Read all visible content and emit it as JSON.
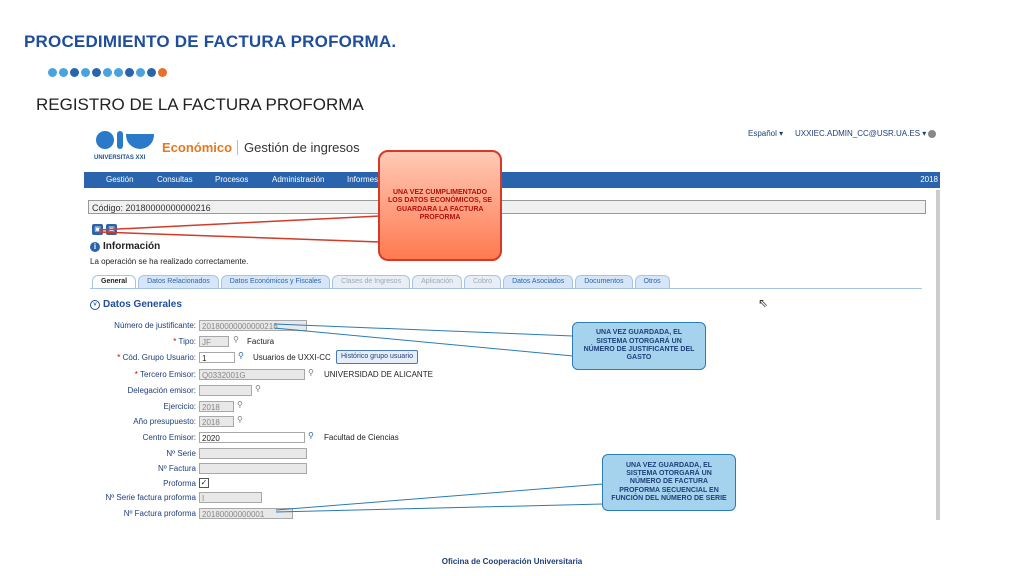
{
  "slide": {
    "title": "PROCEDIMIENTO DE FACTURA PROFORMA.",
    "section_heading": "REGISTRO DE LA FACTURA PROFORMA",
    "footer": "Oficina de Cooperación Universitaria",
    "dot_colors": [
      "#4aa3df",
      "#4aa3df",
      "#2a64ad",
      "#4aa3df",
      "#2a64ad",
      "#4aa3df",
      "#4aa3df",
      "#2a64ad",
      "#4aa3df",
      "#2a64ad",
      "#e8702a"
    ]
  },
  "app": {
    "logo_caption": "UNIVERSITAS XXI",
    "brand": "Económico",
    "module": "Gestión de ingresos",
    "language": "Español ▾",
    "user": "UXXIEC.ADMIN_CC@USR.UA.ES ▾",
    "menu": [
      "Gestión",
      "Consultas",
      "Procesos",
      "Administración",
      "Informes"
    ],
    "year": "2018",
    "code_label": "Código: 20180000000000216",
    "info_title": "Información",
    "info_message": "La operación se ha realizado correctamente.",
    "tabs": [
      {
        "label": "General",
        "state": "active"
      },
      {
        "label": "Datos Relacionados",
        "state": "normal"
      },
      {
        "label": "Datos Económicos y Fiscales",
        "state": "normal"
      },
      {
        "label": "Clases de Ingresos",
        "state": "dim"
      },
      {
        "label": "Aplicación",
        "state": "dim"
      },
      {
        "label": "Cobro",
        "state": "dim"
      },
      {
        "label": "Datos Asociados",
        "state": "normal"
      },
      {
        "label": "Documentos",
        "state": "normal"
      },
      {
        "label": "Otros",
        "state": "normal"
      }
    ],
    "section_title": "Datos Generales",
    "form": {
      "numero_justificante": {
        "label": "Número de justificante:",
        "value": "20180000000000216"
      },
      "tipo": {
        "label": "Tipo:",
        "value": "JF",
        "desc": "Factura"
      },
      "cod_grupo": {
        "label": "Cód. Grupo Usuario:",
        "value": "1",
        "desc": "Usuarios de UXXI-CC",
        "button": "Histórico grupo usuario"
      },
      "tercero": {
        "label": "Tercero Emisor:",
        "value": "Q0332001G",
        "desc": "UNIVERSIDAD DE ALICANTE"
      },
      "delegacion": {
        "label": "Delegación emisor:",
        "value": ""
      },
      "ejercicio": {
        "label": "Ejercicio:",
        "value": "2018"
      },
      "anio_presupuesto": {
        "label": "Año presupuesto:",
        "value": "2018"
      },
      "centro_emisor": {
        "label": "Centro Emisor:",
        "value": "2020",
        "desc": "Facultad de Ciencias"
      },
      "n_serie": {
        "label": "Nº Serie",
        "value": ""
      },
      "n_factura": {
        "label": "Nº Factura",
        "value": ""
      },
      "proforma": {
        "label": "Proforma",
        "checked": "✓"
      },
      "n_serie_proforma": {
        "label": "Nº Serie factura proforma",
        "value": "I"
      },
      "n_factura_proforma": {
        "label": "Nº Factura proforma",
        "value": "20180000000001"
      }
    }
  },
  "callouts": {
    "save": "UNA VEZ CUMPLIMENTADO LOS DATOS ECONÓMICOS, SE GUARDARA LA FACTURA PROFORMA",
    "justificante": "UNA VEZ GUARDADA, EL SISTEMA OTORGARÁ UN NÚMERO DE JUSTIFICANTE DEL GASTO",
    "proforma_num": "UNA VEZ GUARDADA, EL SISTEMA OTORGARÁ UN NÚMERO DE FACTURA PROFORMA SECUENCIAL EN FUNCIÓN DEL NÚMERO DE SERIE"
  },
  "colors": {
    "accent": "#2a64ad",
    "title": "#1f4e9b",
    "callout_red": "#ff7a50",
    "callout_blue": "#a5d3ee"
  }
}
